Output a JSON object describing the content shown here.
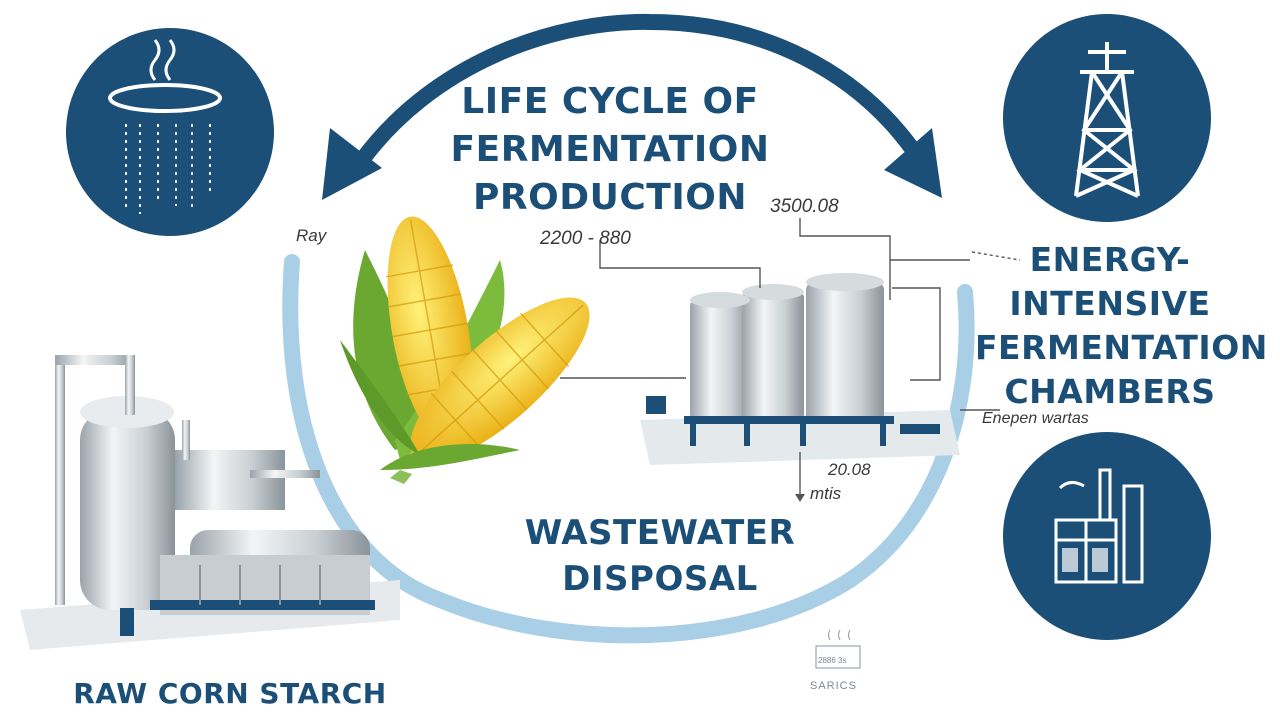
{
  "title": "LIFE CYCLE OF FERMENTATION PRODUCTION",
  "stages": {
    "energy": "ENERGY-INTENSIVE FERMENTATION CHAMBERS",
    "wastewater": "WASTEWATER DISPOSAL",
    "raw": "RAW CORN STARCH"
  },
  "annotations": {
    "ray": "Ray",
    "measure_left": "2200 - 880",
    "measure_top": "3500.08",
    "enepon": "Enepen wartas",
    "measure_bottom": "20.08",
    "mtis": "mtis",
    "saracs": "SARICS",
    "box_label": "2886 3s"
  },
  "icons": {
    "top_left": "steaming-tank-icon",
    "top_right": "transmission-tower-icon",
    "bottom_right": "factory-icon",
    "corn": "corn-cob-icon"
  },
  "colors": {
    "primary": "#1b4f77",
    "light_ring": "#a9cfe6",
    "corn_yellow": "#f5c518",
    "leaf_green": "#6aa832"
  }
}
